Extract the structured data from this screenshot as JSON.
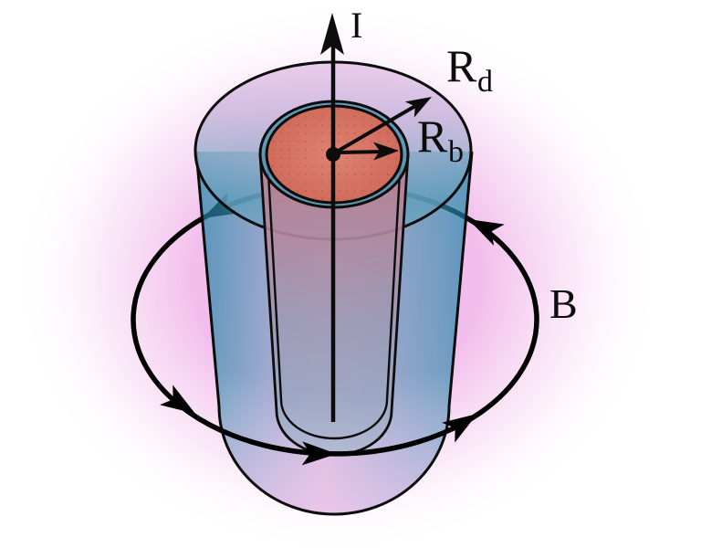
{
  "figure": {
    "labels": {
      "current": "I",
      "radius_outer_base": "R",
      "radius_outer_sub": "d",
      "radius_inner_base": "R",
      "radius_inner_sub": "b",
      "field": "B"
    },
    "colors": {
      "background": "#ffffff",
      "glow_pink": "#efb0e7",
      "inner_conductor_red": "#d5705e",
      "outer_conductor_teal": "#2e8aa5",
      "column_lavender": "#9c9ab4",
      "outline_black": "#0c0c0c"
    },
    "icons": {
      "current_arrowhead": "up-arrow-icon",
      "field_loop": "counterclockwise-loop-icon",
      "radius_arrowheads": "right-arrow-icon"
    }
  }
}
